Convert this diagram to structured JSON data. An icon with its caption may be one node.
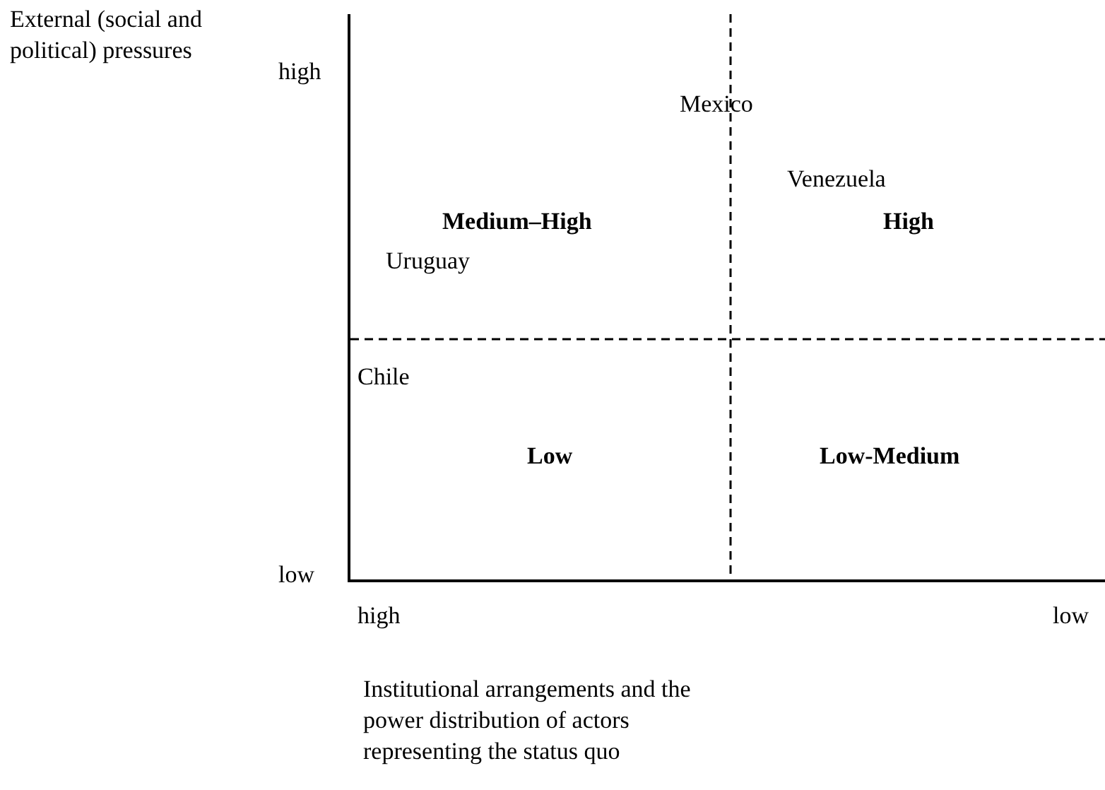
{
  "diagram": {
    "labels": [
      "External (social and political) pressures",
      "high",
      "Mexico",
      "Venezuela",
      "Medium–High",
      "High",
      "Uruguay",
      "Chile",
      "Low",
      "Low-Medium",
      "low",
      "high",
      "low",
      "Institutional arrangements and the power distribution of actors representing the status quo"
    ]
  }
}
